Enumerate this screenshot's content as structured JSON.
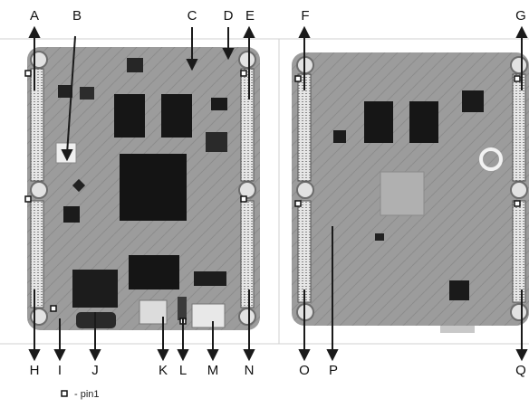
{
  "legend": {
    "pin1_text": "- pin1"
  },
  "top_labels": [
    "A",
    "B",
    "C",
    "D",
    "E",
    "F",
    "G"
  ],
  "bottom_labels": [
    "H",
    "I",
    "J",
    "K",
    "L",
    "M",
    "N",
    "O",
    "P",
    "Q"
  ],
  "colors": {
    "board": "#9a9a9a",
    "board_dark": "#7c7c7c",
    "chip": "#121212",
    "connector": "#d8d8d8",
    "line": "#1a1a1a"
  }
}
